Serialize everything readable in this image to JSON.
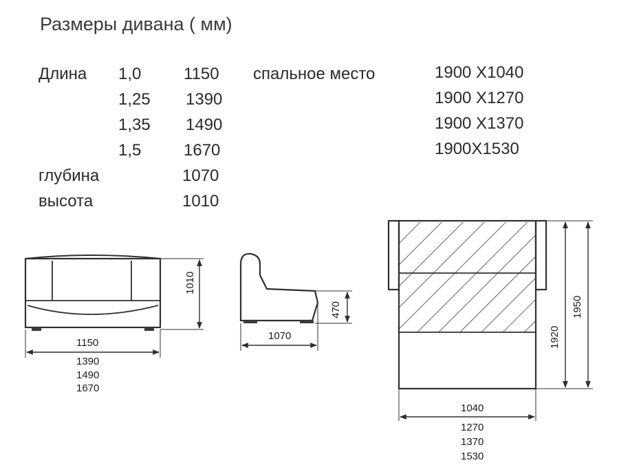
{
  "title": "Размеры дивана ( мм)",
  "specs": {
    "length_label": "Длина",
    "length_rows": [
      {
        "size": "1,0",
        "length": "1150",
        "sleep": "1900 X1040"
      },
      {
        "size": "1,25",
        "length": "1390",
        "sleep": "1900 X1270"
      },
      {
        "size": "1,35",
        "length": "1490",
        "sleep": "1900 X1370"
      },
      {
        "size": "1,5",
        "length": "1670",
        "sleep": "1900X1530"
      }
    ],
    "sleeping_label": "спальное место",
    "depth_label": "глубина",
    "depth_value": "1070",
    "height_label": "высота",
    "height_value": "1010"
  },
  "front_view": {
    "height_dim": "1010",
    "widths": [
      "1150",
      "1390",
      "1490",
      "1670"
    ]
  },
  "side_view": {
    "seat_height_dim": "470",
    "depth_dim": "1070"
  },
  "bed_view": {
    "sleep_length_dim": "1920",
    "total_length_dim": "1950",
    "widths": [
      "1040",
      "1270",
      "1370",
      "1530"
    ]
  }
}
